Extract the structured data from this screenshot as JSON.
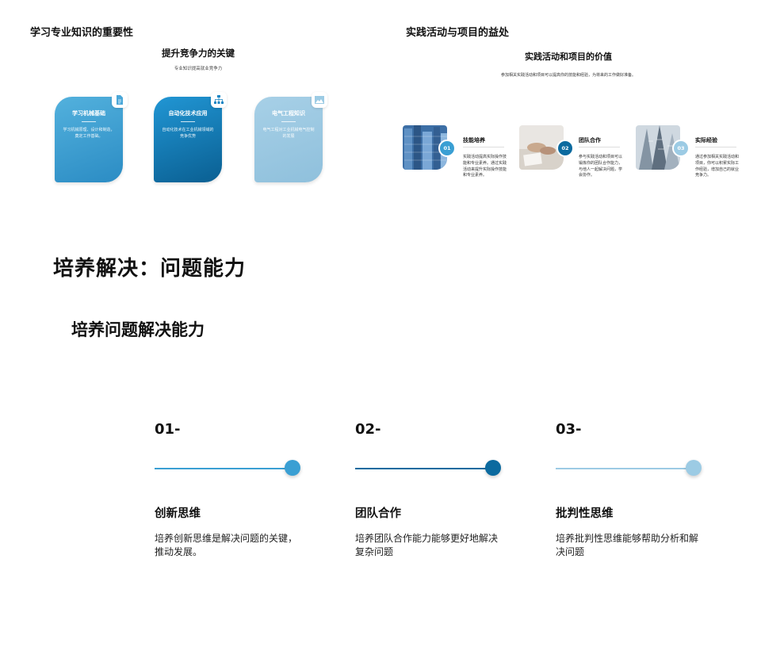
{
  "slide1": {
    "title": "学习专业知识的重要性",
    "subtitle": "提升竞争力的关键",
    "caption": "专业知识提高就业竞争力",
    "cards": [
      {
        "title": "学习机械基础",
        "text": "学习机械原理、设计和制造，奠定工作基础。",
        "icon": "document-icon"
      },
      {
        "title": "自动化技术应用",
        "text": "自动化技术在工业机械领域的竞争优势",
        "icon": "sitemap-icon"
      },
      {
        "title": "电气工程知识",
        "text": "电气工程对工业机械电气控制的发展",
        "icon": "image-icon"
      }
    ]
  },
  "slide2": {
    "title": "实践活动与项目的益处",
    "subtitle": "实践活动和项目的价值",
    "description": "参加相关实践活动和项目可以提高你的技能和经验，为将来的工作做好准备。",
    "items": [
      {
        "num": "01",
        "title": "技能培养",
        "text": "实践活动提高实际操作技能和专业素养。通过实践活动来提升实际操作技能和专业素养。"
      },
      {
        "num": "02",
        "title": "团队合作",
        "text": "参与实践活动和项目可以锻炼你的团队合作能力，与他人一起解决问题，学会协作。"
      },
      {
        "num": "03",
        "title": "实际经验",
        "text": "通过参加相关实践活动和项目，你可以积累实际工作经验，增加自己的就业竞争力。"
      }
    ]
  },
  "slide3": {
    "title": "培养解决：问题能力",
    "subtitle": "培养问题解决能力",
    "steps": [
      {
        "num": "01-",
        "title": "创新思维",
        "text": "培养创新思维是解决问题的关键，推动发展。",
        "color": "#3a9fd3"
      },
      {
        "num": "02-",
        "title": "团队合作",
        "text": "培养团队合作能力能够更好地解决复杂问题",
        "color": "#0b6a9f"
      },
      {
        "num": "03-",
        "title": "批判性思维",
        "text": "培养批判性思维能够帮助分析和解决问题",
        "color": "#9ccbe4"
      }
    ]
  }
}
